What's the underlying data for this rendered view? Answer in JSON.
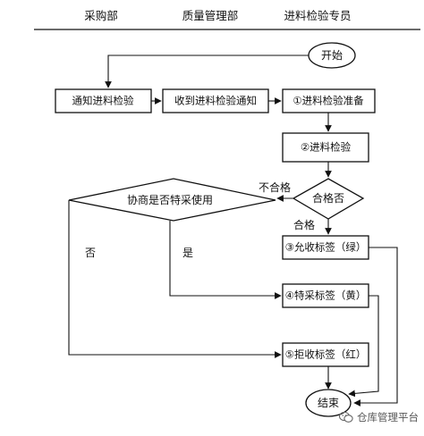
{
  "header": {
    "lanes": [
      "采购部",
      "质量管理部",
      "进料检验专员"
    ]
  },
  "nodes": {
    "start": "开始",
    "notify": "通知进料检验",
    "receive": "收到进料检验通知",
    "prepare": "①进料检验准备",
    "inspect": "②进料检验",
    "qualified_q": "合格否",
    "negotiate": "协商是否特采使用",
    "accept": "③允收标签（绿）",
    "special": "④特采标签（黄）",
    "reject": "⑤拒收标签（红）",
    "end": "结束"
  },
  "edge_labels": {
    "unqualified": "不合格",
    "qualified": "合格",
    "no": "否",
    "yes": "是"
  },
  "watermark": {
    "text": "仓库管理平台",
    "icon": "wechat-icon"
  },
  "colors": {
    "line": "#111111",
    "box_fill": "#ffffff"
  }
}
